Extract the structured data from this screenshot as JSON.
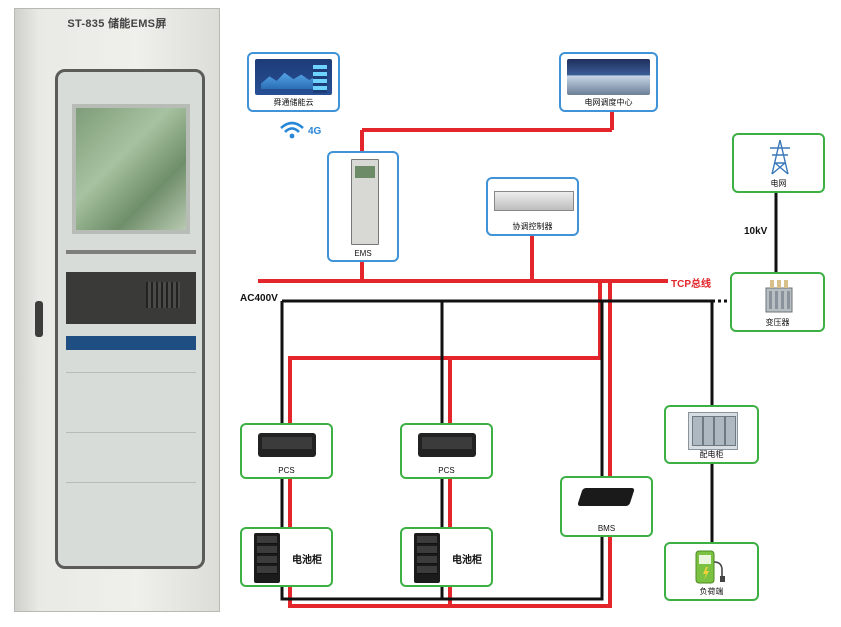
{
  "cabinet": {
    "title": "ST-835 储能EMS屏"
  },
  "colors": {
    "bus_red": "#e3262b",
    "power_black": "#111111",
    "node_blue": "#3f93d6",
    "node_green": "#3cb043",
    "wifi_blue": "#2a86d6"
  },
  "nodes": {
    "cloud": "舜通储能云",
    "dispatch": "电网调度中心",
    "ems": "EMS",
    "coordinator": "协调控制器",
    "grid": "电网",
    "transformer": "变压器",
    "pcs_left": "PCS",
    "pcs_right": "PCS",
    "battery_left": "电池柜",
    "battery_right": "电池柜",
    "bms": "BMS",
    "distribution": "配电柜",
    "load": "负荷端"
  },
  "labels": {
    "network": "4G",
    "tcp_bus": "TCP总线",
    "ac_bus": "AC400V",
    "voltage": "10kV"
  },
  "icons": {
    "wifi": "wifi-icon",
    "tower": "power-tower-icon",
    "transformer": "transformer-icon",
    "charger": "charging-pile-icon"
  }
}
